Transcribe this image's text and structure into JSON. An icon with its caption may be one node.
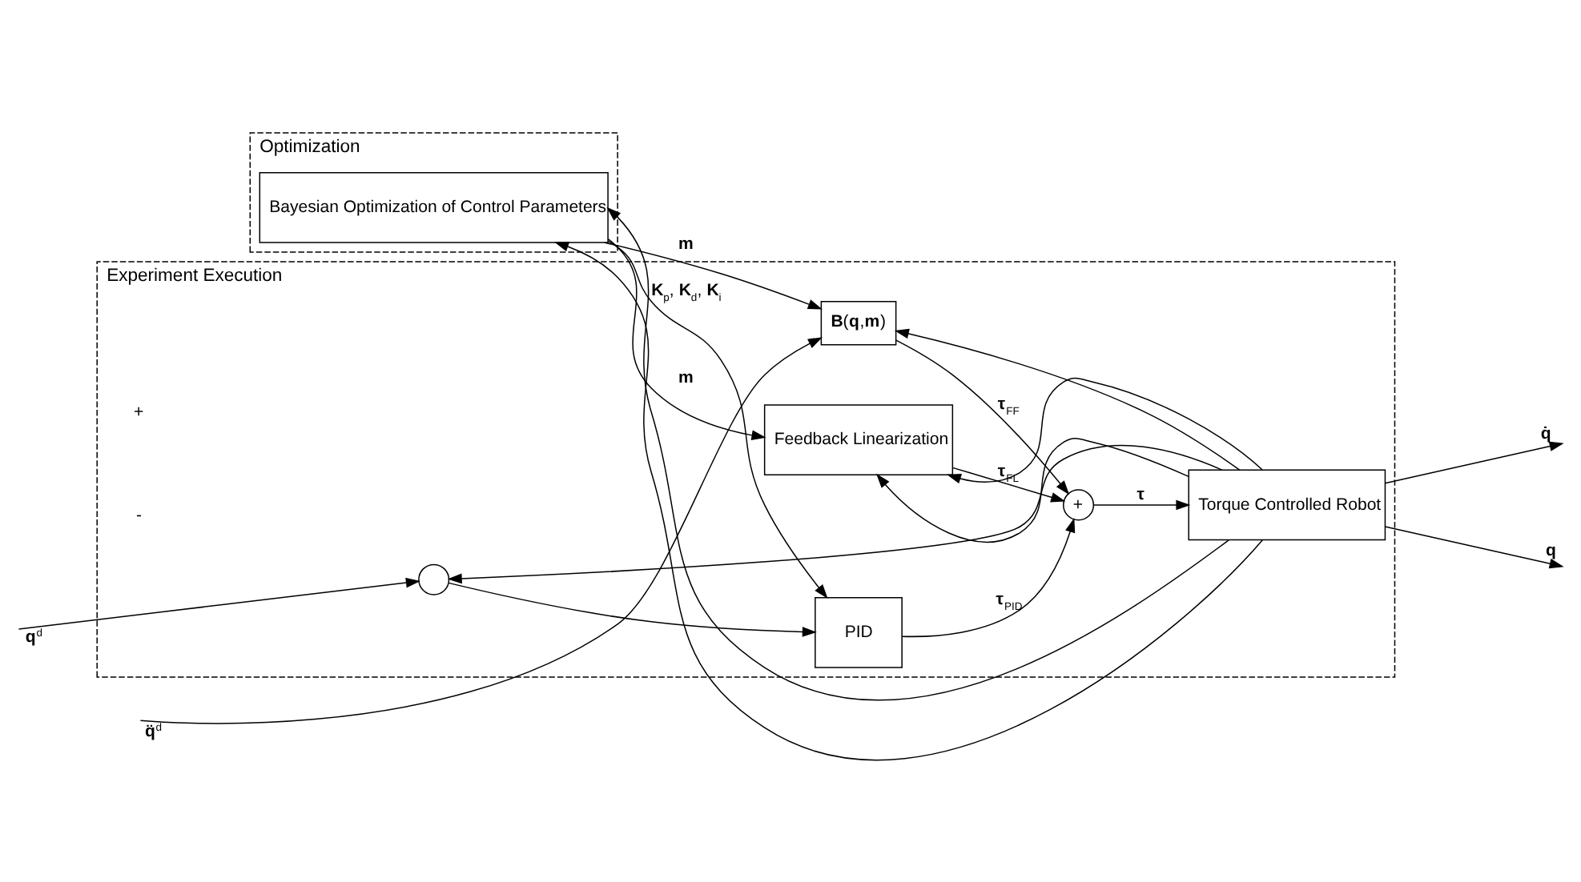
{
  "diagram": {
    "nodes": [
      {
        "text": [
          "Optimization"
        ]
      },
      {
        "text": [
          "Bayesian Optimization of Control Parameters"
        ],
        "in": 0
      },
      {
        "text": [
          "Experiment Execution"
        ]
      },
      {
        "text": [
          "**B**(**q**,**m**)"
        ],
        "in": 2
      },
      {
        "text": [],
        "shape": "circle",
        "in": 2
      },
      {
        "text": [
          "PID"
        ],
        "in": 2
      },
      {
        "text": [
          "+"
        ],
        "in": 2
      },
      {
        "text": [
          "Torque Controlled Robot"
        ],
        "in": 2
      },
      {
        "text": [
          "Feedback Linearization"
        ],
        "in": 2
      }
    ],
    "edges": [
      {
        "from": null,
        "to": 4,
        "arrow": "to",
        "label": "**q**$^{d}$"
      },
      {
        "from": 4,
        "to": 5,
        "arrow": "to"
      },
      {
        "from": 5,
        "to": 6,
        "arrow": "to",
        "label": "**τ**$_{PID}$"
      },
      {
        "from": null,
        "to": 3,
        "arrow": "to",
        "label": "**q̈**$^{d}$"
      },
      {
        "from": 3,
        "to": 6,
        "arrow": "to",
        "label": "**τ**$_{FF}$"
      },
      {
        "from": 6,
        "to": 7,
        "arrow": "to",
        "label": "**τ**"
      },
      {
        "from": 7,
        "to": null,
        "arrow": "to",
        "label": "**q̇**"
      },
      {
        "from": 7,
        "to": null,
        "arrow": "to",
        "label": "**q**"
      },
      {
        "from": 8,
        "to": 6,
        "arrow": "to",
        "label": "**τ**$_{FL}$"
      },
      {
        "from": 1,
        "to": 3,
        "arrow": "to",
        "label": "**m**"
      },
      {
        "from": 1,
        "to": 5,
        "arrow": "to",
        "label": "**K**$_{p}$, **K**$_{d}$, **K**$_{i}$"
      },
      {
        "from": 1,
        "to": 8,
        "arrow": "to",
        "label": "**m**"
      },
      {
        "from": 7,
        "to": 1,
        "arrow": "to"
      },
      {
        "from": 7,
        "to": 8,
        "arrow": "to"
      },
      {
        "from": 7,
        "to": 1,
        "arrow": "to"
      },
      {
        "from": 7,
        "to": 3,
        "arrow": "to"
      },
      {
        "from": 7,
        "to": 8,
        "arrow": "to"
      },
      {
        "from": 7,
        "to": 4,
        "arrow": "to"
      }
    ],
    "labels": [
      "+",
      "-"
    ]
  }
}
